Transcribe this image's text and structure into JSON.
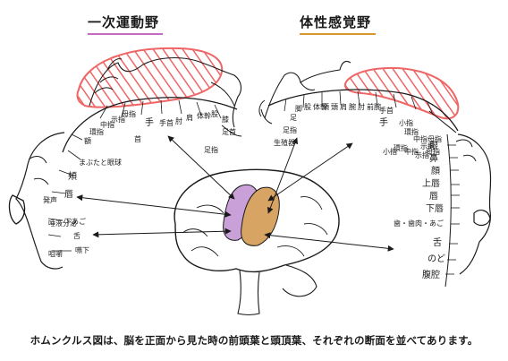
{
  "motor": {
    "title": "一次運動野",
    "underline_color": "#c26cc2",
    "head_labels": [
      "額",
      "まぶたと眼球",
      "頬",
      "唇",
      "下あご",
      "舌",
      "嚥下"
    ],
    "face_side_labels": [
      "発声",
      "唾液分泌",
      "咀嚼"
    ],
    "arc_labels": [
      "環指",
      "中指",
      "示指",
      "母指",
      "首",
      "手",
      "手首",
      "肘",
      "肩",
      "体幹",
      "股",
      "膝",
      "足首",
      "足指"
    ],
    "foot_label": "足指"
  },
  "sensory": {
    "title": "体性感覚野",
    "underline_color": "#d9962f",
    "arc_labels": [
      "生殖器",
      "足指",
      "足",
      "脚",
      "股",
      "体幹",
      "頸",
      "頭",
      "肩",
      "腕",
      "肘",
      "前腕",
      "手首",
      "手",
      "小指",
      "環指",
      "中指",
      "示指",
      "母指"
    ],
    "head_labels": [
      "眼",
      "鼻",
      "顔",
      "上唇",
      "唇",
      "下唇",
      "歯・歯肉・あご",
      "舌",
      "のど",
      "腹腔"
    ],
    "side_labels": [
      "小指",
      "環指",
      "中指",
      "示指",
      "母指"
    ]
  },
  "brain": {
    "frontal_color": "#c9a0d8",
    "parietal_color": "#d8a464"
  },
  "highlight_color": "#ee6666",
  "caption": "ホムンクルス図は、脳を正面から見た時の前頭葉と頭頂葉、それぞれの断面を並べてあります。"
}
